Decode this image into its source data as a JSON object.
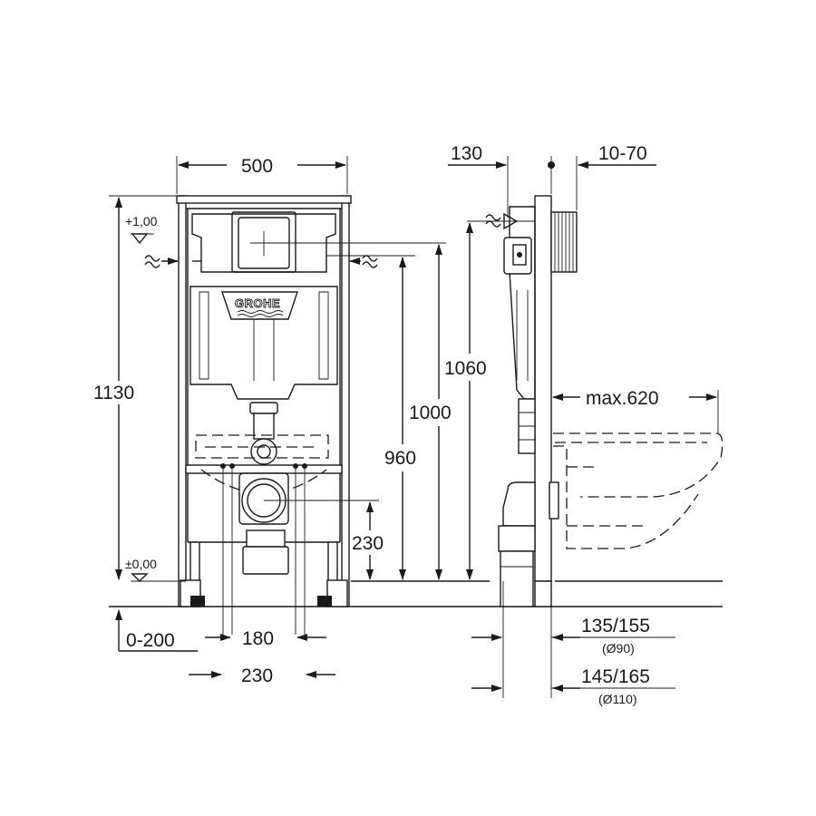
{
  "brand": {
    "logo_text": "GROHE"
  },
  "front_view": {
    "width": "500",
    "height_total": "1130",
    "level_top": "+1,00",
    "level_floor": "±0,00",
    "height_flush": "1000",
    "height_drain": "960",
    "height_outlet": "230",
    "adjust_feet": "0-200",
    "outlet_spacing_inner": "180",
    "outlet_spacing_outer": "230"
  },
  "side_view": {
    "depth_frame": "130",
    "wall_adjust": "10-70",
    "height_supply": "1060",
    "max_bowl": "max.620",
    "offset_90": "135/155",
    "diam_90": "(Ø90)",
    "offset_110": "145/165",
    "diam_110": "(Ø110)"
  }
}
